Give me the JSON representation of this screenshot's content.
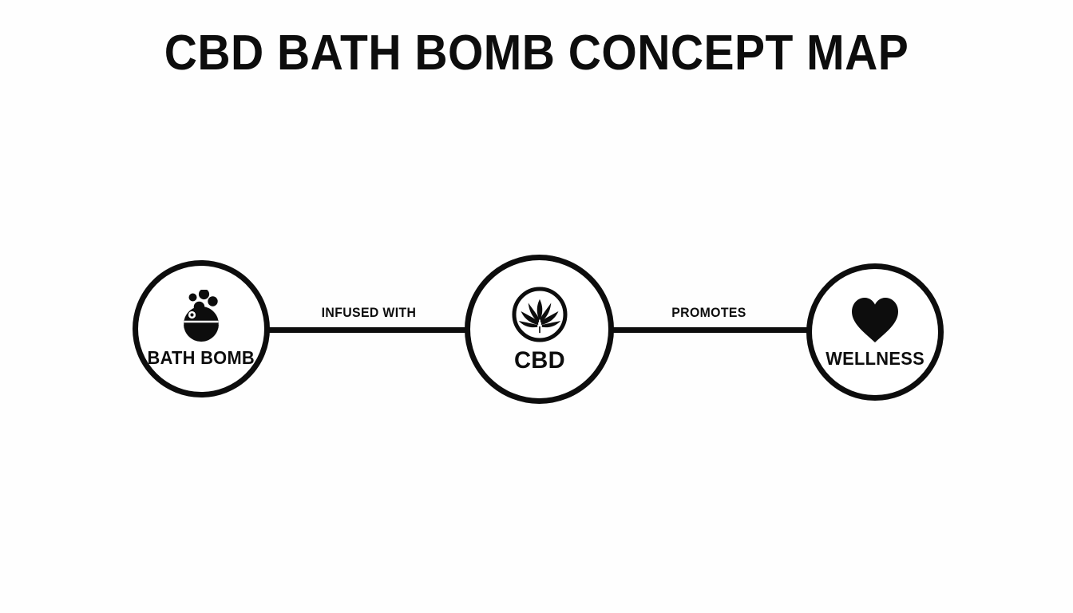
{
  "title": "CBD BATH BOMB CONCEPT MAP",
  "colors": {
    "background": "#fefefe",
    "stroke": "#0d0d0d",
    "text": "#0d0d0d"
  },
  "nodes": [
    {
      "id": "bath-bomb",
      "label": "BATH BOMB",
      "icon": "bath-bomb-icon"
    },
    {
      "id": "cbd",
      "label": "CBD",
      "icon": "cannabis-leaf-icon"
    },
    {
      "id": "wellness",
      "label": "WELLNESS",
      "icon": "heart-icon"
    }
  ],
  "edges": [
    {
      "id": "bathbomb-cbd",
      "label": "INFUSED WITH",
      "from": "bath-bomb",
      "to": "cbd"
    },
    {
      "id": "cbd-wellness",
      "label": "PROMOTES",
      "from": "cbd",
      "to": "wellness"
    }
  ]
}
